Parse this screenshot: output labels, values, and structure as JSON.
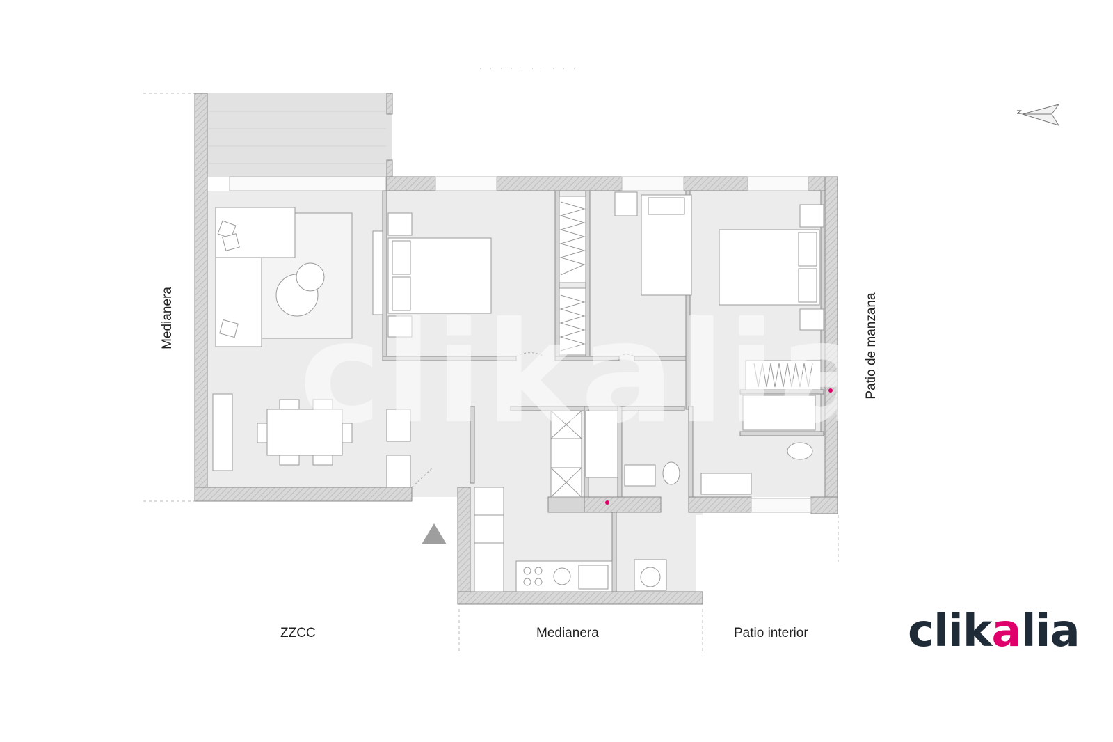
{
  "labels": {
    "left": "Medianera",
    "right": "Patio de manzana",
    "bottom_left": "ZZCC",
    "bottom_center": "Medianera",
    "bottom_right": "Patio interior",
    "north": "N"
  },
  "watermark": "clikalia",
  "logo": {
    "before": "clik",
    "accent": "a",
    "after": "lia",
    "accent_color": "#e0006b",
    "text_color": "#1f2b36"
  },
  "colors": {
    "floor": "#ececec",
    "wall": "#8a8a8a",
    "furniture": "#ffffff",
    "line": "#9a9a9a",
    "marker": "#e0006b",
    "entrance": "#9e9e9e"
  },
  "icons": [
    "north-arrow-icon",
    "entrance-triangle-icon"
  ]
}
